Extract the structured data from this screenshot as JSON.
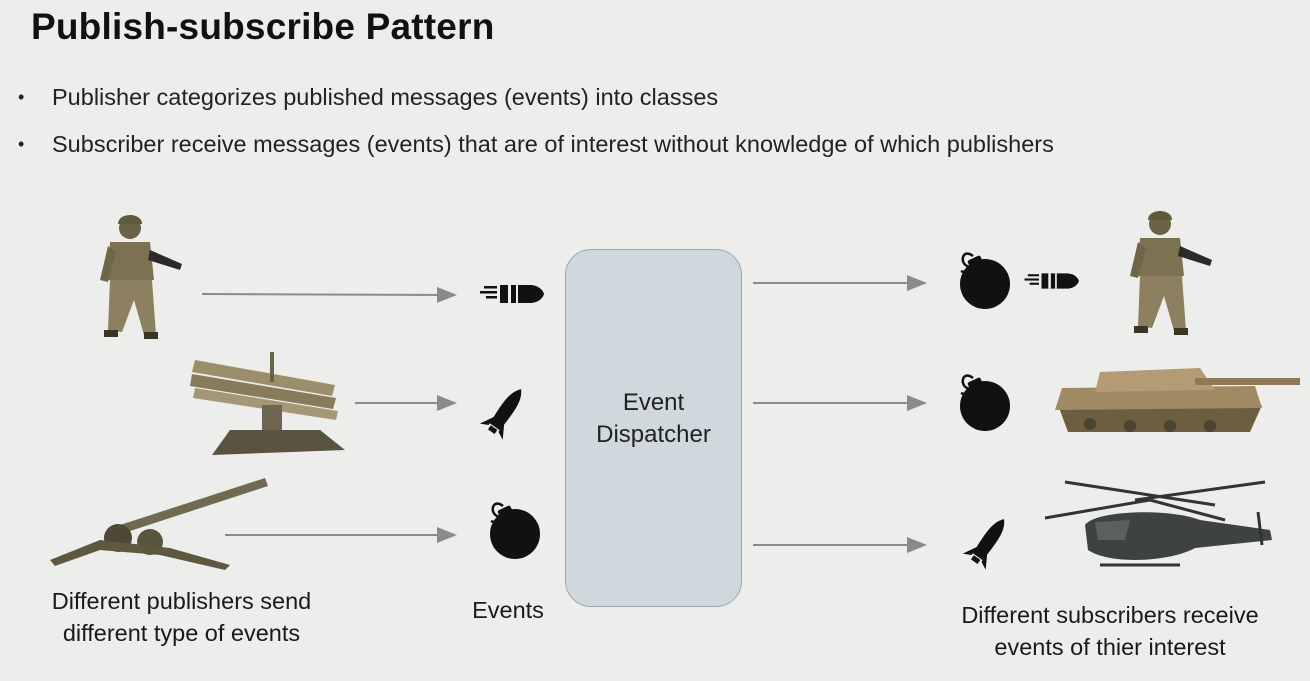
{
  "slide": {
    "title": "Publish-subscribe Pattern",
    "bullets": [
      "Publisher categorizes published messages (events) into classes",
      "Subscriber receive messages (events) that are of interest without knowledge of which publishers"
    ]
  },
  "diagram": {
    "dispatcher_line1": "Event",
    "dispatcher_line2": "Dispatcher",
    "publishers_caption_line1": "Different publishers send",
    "publishers_caption_line2": "different type of events",
    "events_caption": "Events",
    "subscribers_caption_line1": "Different subscribers receive",
    "subscribers_caption_line2": "events of thier interest",
    "publishers": [
      "soldier-icon",
      "missile-launcher-icon",
      "howitzer-icon"
    ],
    "events": [
      "bullet-icon",
      "missile-icon",
      "bomb-icon"
    ],
    "subscribers": [
      "soldier-icon",
      "tank-icon",
      "helicopter-icon"
    ],
    "colors": {
      "background": "#ededeb",
      "dispatcher_fill": "#cfd8dd",
      "arrow": "#8a8a8a",
      "icon": "#111111",
      "khaki": "#8c7a56"
    }
  }
}
